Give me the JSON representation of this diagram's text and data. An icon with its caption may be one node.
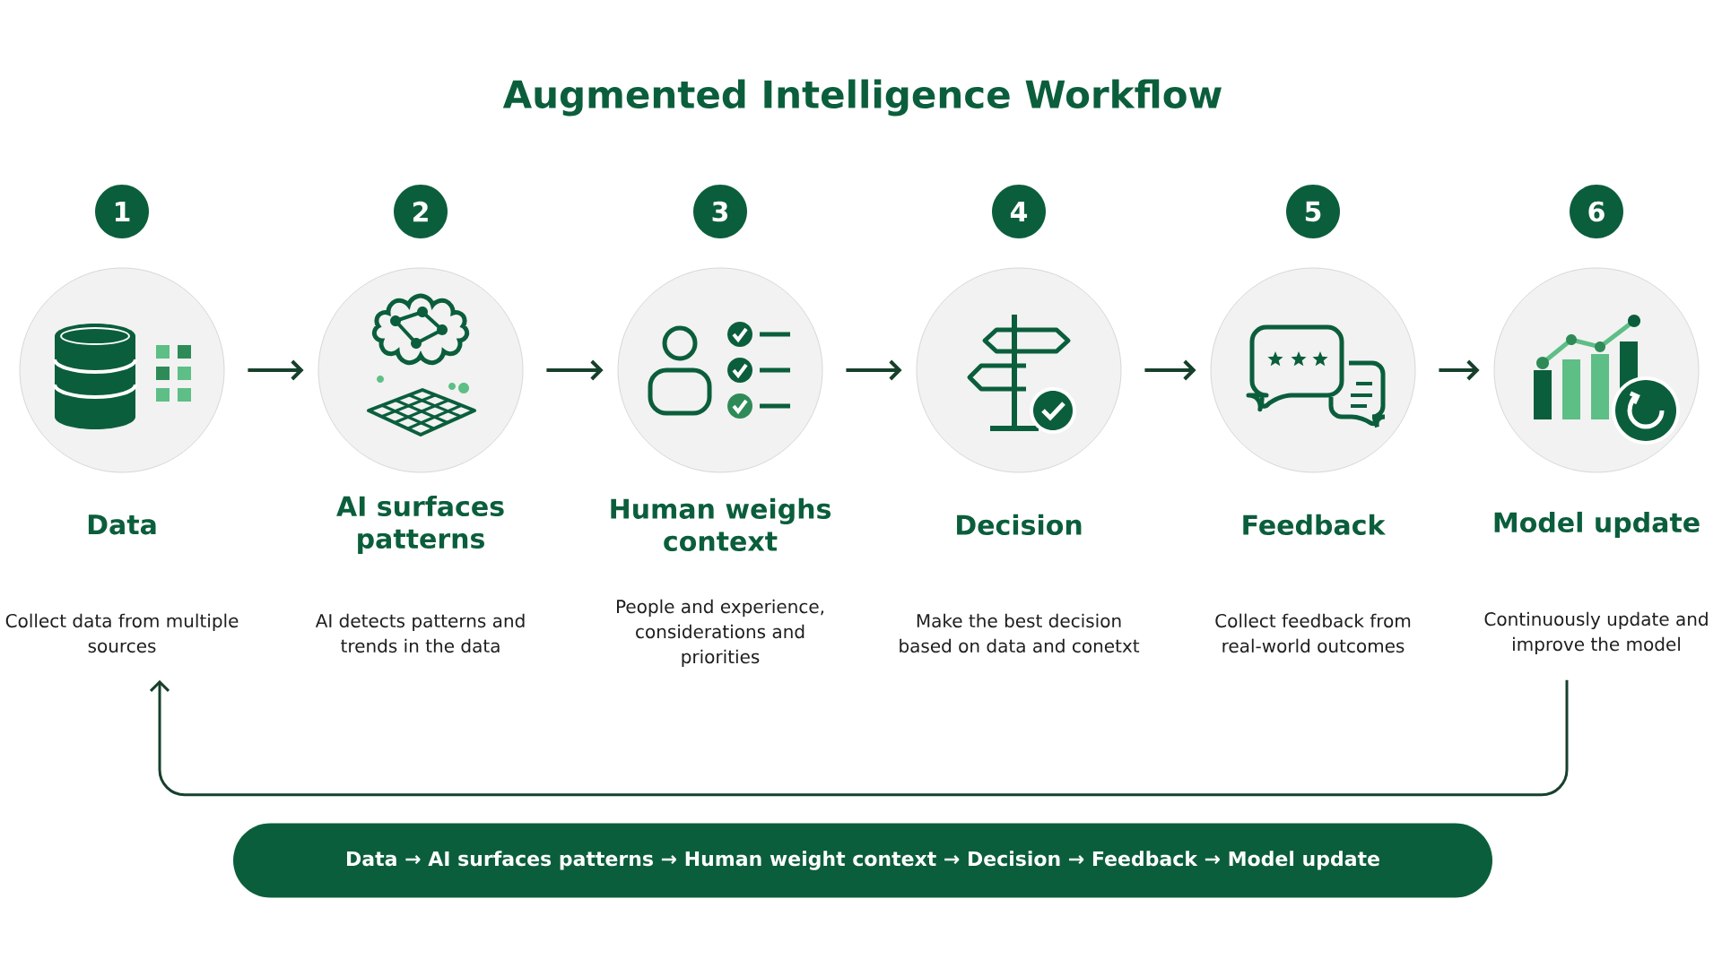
{
  "diagram": {
    "title": "Augmented Intelligence Workflow",
    "nodes": [
      {
        "text": [
          "1"
        ]
      },
      {
        "text": [],
        "shape": "circle"
      },
      {
        "text": [
          "Data",
          "Collect data from multiple sources"
        ]
      },
      {
        "text": [
          "2"
        ]
      },
      {
        "text": [],
        "shape": "circle"
      },
      {
        "text": [
          "AI surfaces patterns",
          "AI detects patterns and trends in the data"
        ]
      },
      {
        "text": [
          "3"
        ]
      },
      {
        "text": [],
        "shape": "circle"
      },
      {
        "text": [
          "Human weighs context",
          "People and experience, considerations and priorities"
        ]
      },
      {
        "text": [
          "4"
        ]
      },
      {
        "text": [],
        "shape": "circle"
      },
      {
        "text": [
          "Decision",
          "Make the best decision based on data and conetxt"
        ]
      },
      {
        "text": [
          "5"
        ]
      },
      {
        "text": [],
        "shape": "circle"
      },
      {
        "text": [
          "Feedback",
          "Collect feedback from real-world outcomes"
        ]
      },
      {
        "text": [
          "6"
        ]
      },
      {
        "text": [],
        "shape": "circle"
      },
      {
        "text": [
          "Model update",
          "Continuously update and improve the model"
        ]
      },
      {
        "text": [
          "Data → AI surfaces patterns → Human weight context → Decision → Feedback → Model update"
        ]
      }
    ],
    "edges": [
      {
        "from": 1,
        "to": 4,
        "arrow": "to"
      },
      {
        "from": 4,
        "to": 7,
        "arrow": "to"
      },
      {
        "from": 7,
        "to": 10,
        "arrow": "to"
      },
      {
        "from": 10,
        "to": 13,
        "arrow": "to"
      },
      {
        "from": 13,
        "to": 16,
        "arrow": "to"
      },
      {
        "from": 17,
        "to": 2,
        "arrow": "to"
      }
    ]
  }
}
